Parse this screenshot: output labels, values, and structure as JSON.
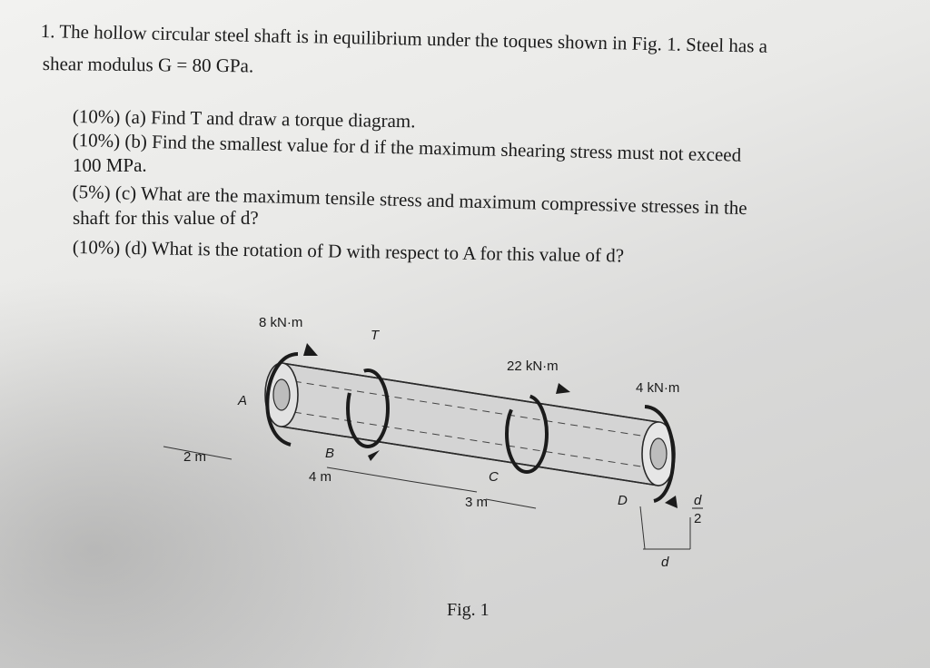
{
  "problem": {
    "line1": "1.  The hollow circular steel shaft is in equilibrium under the toques shown in Fig. 1.  Steel has a",
    "line2": "shear modulus  G = 80 GPa.",
    "part_a": "(10%) (a) Find T and draw a torque diagram.",
    "part_b_1": "(10%) (b) Find the smallest value for d if the maximum shearing stress must not exceed",
    "part_b_2": "100 MPa.",
    "part_c_1": "(5%) (c) What are the maximum tensile stress and maximum compressive stresses in the",
    "part_c_2": "shaft for this value of d?",
    "part_d": "(10%) (d) What is the rotation of D with respect to A for this value of d?"
  },
  "figure": {
    "torque_a": "8 kN·m",
    "torque_t": "T",
    "torque_c": "22 kN·m",
    "torque_d": "4 kN·m",
    "point_a": "A",
    "point_b": "B",
    "point_c": "C",
    "point_d": "D",
    "len_ab": "2 m",
    "len_bc": "4 m",
    "len_cd": "3 m",
    "dim_d": "d",
    "dim_d2_num": "d",
    "dim_d2_den": "2",
    "caption": "Fig. 1"
  }
}
